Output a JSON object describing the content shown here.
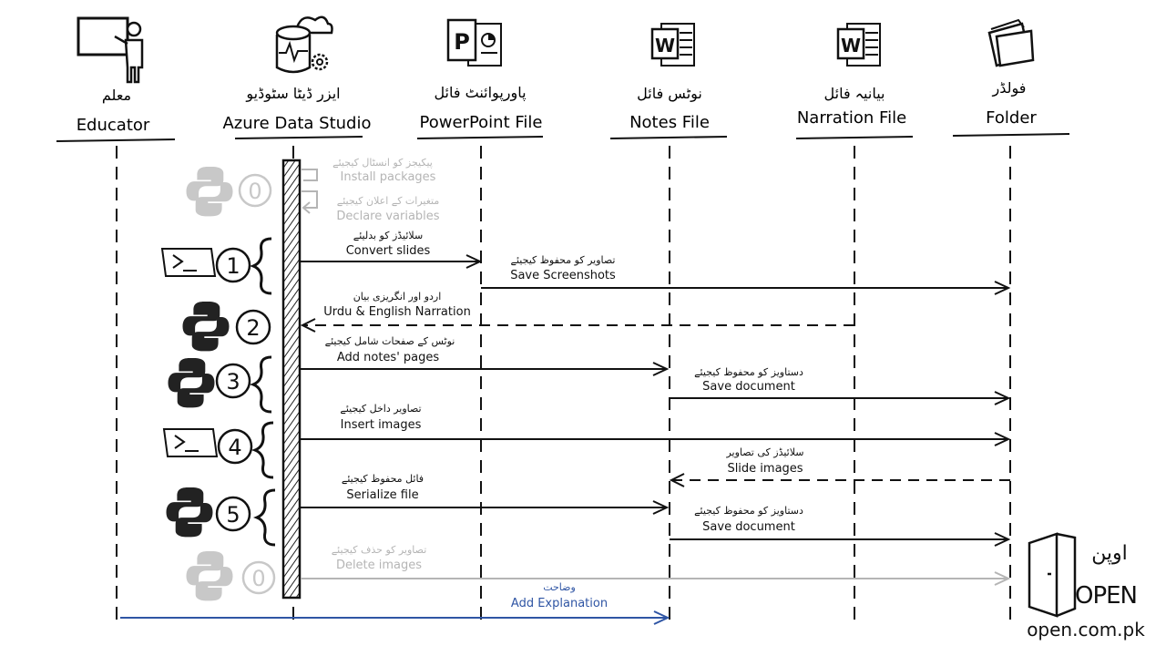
{
  "participants": [
    {
      "urdu": "معلم",
      "english": "Educator",
      "icon": "teacher-icon"
    },
    {
      "urdu": "ایزر ڈیٹا سٹوڈیو",
      "english": "Azure Data Studio",
      "icon": "azure-data-studio-icon"
    },
    {
      "urdu": "پاورپوائنٹ فائل",
      "english": "PowerPoint File",
      "icon": "powerpoint-file-icon"
    },
    {
      "urdu": "نوٹس فائل",
      "english": "Notes File",
      "icon": "word-file-icon"
    },
    {
      "urdu": "بیانیہ فائل",
      "english": "Narration File",
      "icon": "word-file-icon"
    },
    {
      "urdu": "فولڈر",
      "english": "Folder",
      "icon": "folder-icon"
    }
  ],
  "messages": [
    {
      "urdu": "پیکیجز کو انسٹال کیجیئے",
      "english": "Install packages"
    },
    {
      "urdu": "متغیرات کے اعلان کیجیئے",
      "english": "Declare variables"
    },
    {
      "urdu": "سلائیڈز کو بدلیئے",
      "english": "Convert slides"
    },
    {
      "urdu": "تصاویر کو محفوظ کیجیئے",
      "english": "Save Screenshots"
    },
    {
      "urdu": "اردو اور انگریزی بیان",
      "english": "Urdu & English Narration"
    },
    {
      "urdu": "نوٹس کے صفحات شامل کیجیئے",
      "english": "Add notes' pages"
    },
    {
      "urdu": "دستاویز کو محفوظ کیجیئے",
      "english": "Save document"
    },
    {
      "urdu": "تصاویر داخل کیجیئے",
      "english": "Insert images"
    },
    {
      "urdu": "سلائیڈز کی تصاویر",
      "english": "Slide images"
    },
    {
      "urdu": "فائل محفوظ کیجیئے",
      "english": "Serialize file"
    },
    {
      "urdu": "دستاویز کو محفوظ کیجیئے",
      "english": "Save document"
    },
    {
      "urdu": "تصاویر کو حذف کیجیئے",
      "english": "Delete images"
    },
    {
      "urdu": "وضاحت",
      "english": "Add Explanation"
    }
  ],
  "steps": [
    {
      "num": "0",
      "tool": "python-icon"
    },
    {
      "num": "1",
      "tool": "terminal-icon"
    },
    {
      "num": "2",
      "tool": "python-icon"
    },
    {
      "num": "3",
      "tool": "python-icon"
    },
    {
      "num": "4",
      "tool": "terminal-icon"
    },
    {
      "num": "5",
      "tool": "python-icon"
    },
    {
      "num": "0",
      "tool": "python-icon"
    }
  ],
  "logo": {
    "urdu": "اوپن",
    "english": "OPEN",
    "url": "open.com.pk"
  },
  "colors": {
    "ink": "#111111",
    "faded": "#b5b5b5",
    "blue": "#2f55a4"
  }
}
